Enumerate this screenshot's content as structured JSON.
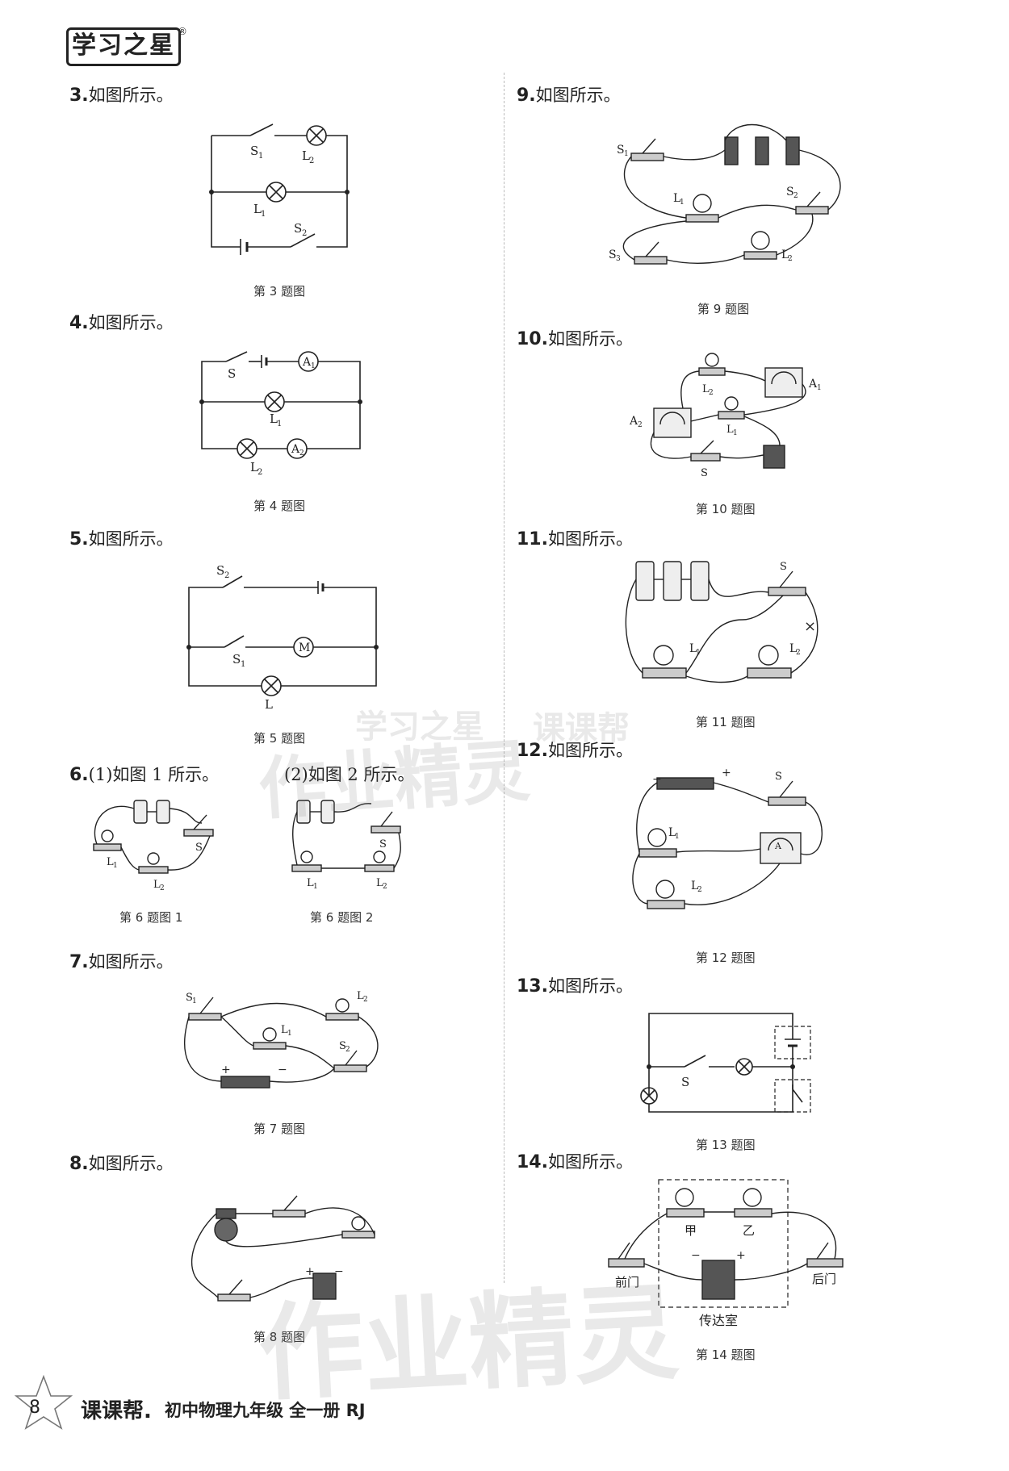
{
  "header": {
    "logo": "学习之星",
    "registered": "®"
  },
  "questions": {
    "q3": {
      "num": "3.",
      "text": "如图所示。",
      "caption": "第 3 题图"
    },
    "q4": {
      "num": "4.",
      "text": "如图所示。",
      "caption": "第 4 题图"
    },
    "q5": {
      "num": "5.",
      "text": "如图所示。",
      "caption": "第 5 题图"
    },
    "q6": {
      "num": "6.",
      "text1": "(1)如图 1 所示。",
      "text2": "(2)如图 2 所示。",
      "caption1": "第 6 题图 1",
      "caption2": "第 6 题图 2"
    },
    "q7": {
      "num": "7.",
      "text": "如图所示。",
      "caption": "第 7 题图"
    },
    "q8": {
      "num": "8.",
      "text": "如图所示。",
      "caption": "第 8 题图"
    },
    "q9": {
      "num": "9.",
      "text": "如图所示。",
      "caption": "第 9 题图"
    },
    "q10": {
      "num": "10.",
      "text": "如图所示。",
      "caption": "第 10 题图"
    },
    "q11": {
      "num": "11.",
      "text": "如图所示。",
      "caption": "第 11 题图"
    },
    "q12": {
      "num": "12.",
      "text": "如图所示。",
      "caption": "第 12 题图"
    },
    "q13": {
      "num": "13.",
      "text": "如图所示。",
      "caption": "第 13 题图"
    },
    "q14": {
      "num": "14.",
      "text": "如图所示。",
      "caption": "第 14 题图"
    }
  },
  "labels": {
    "S": "S",
    "S1": "S",
    "S2": "S",
    "S3": "S",
    "sub1": "1",
    "sub2": "2",
    "sub3": "3",
    "L": "L",
    "L1": "L",
    "L2": "L",
    "A": "A",
    "M": "M",
    "plus": "+",
    "minus": "−",
    "jia": "甲",
    "yi": "乙",
    "qianmen": "前门",
    "houmen": "后门",
    "chuandashi": "传达室"
  },
  "footer": {
    "page": "8",
    "brand": "课课帮.",
    "book": "初中物理九年级 全一册 RJ"
  },
  "watermarks": {
    "big": "作业精灵",
    "small1": "学习之星",
    "small2": "课课帮"
  }
}
